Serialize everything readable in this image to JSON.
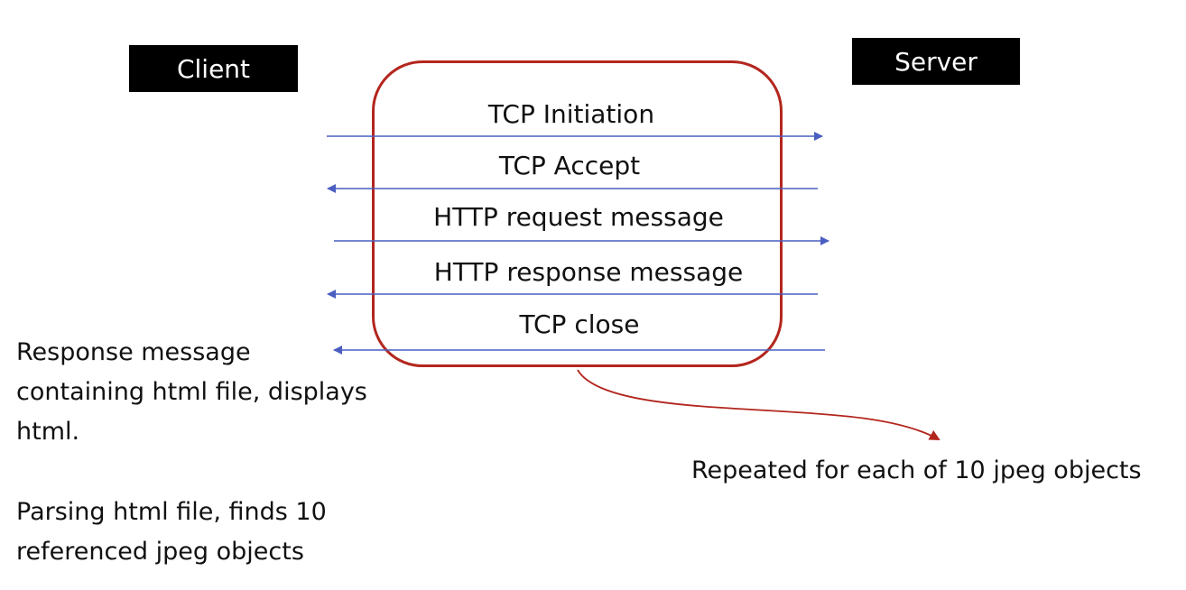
{
  "client": {
    "label": "Client"
  },
  "server": {
    "label": "Server"
  },
  "messages": [
    {
      "label": "TCP Initiation",
      "direction": "client-to-server"
    },
    {
      "label": "TCP Accept",
      "direction": "server-to-client"
    },
    {
      "label": "HTTP request message",
      "direction": "client-to-server"
    },
    {
      "label": "HTTP response message",
      "direction": "server-to-client"
    },
    {
      "label": "TCP close",
      "direction": "server-to-client"
    }
  ],
  "notes": {
    "response": [
      "Response message",
      "containing html file, displays",
      "html."
    ],
    "parsing": [
      "Parsing html file, finds 10",
      "referenced jpeg  objects"
    ]
  },
  "repeat_note": "Repeated for each of 10 jpeg objects",
  "colors": {
    "arrow": "#4a5fc1",
    "loop": "#b3261e",
    "box_fill": "#000000",
    "box_text": "#ffffff"
  }
}
